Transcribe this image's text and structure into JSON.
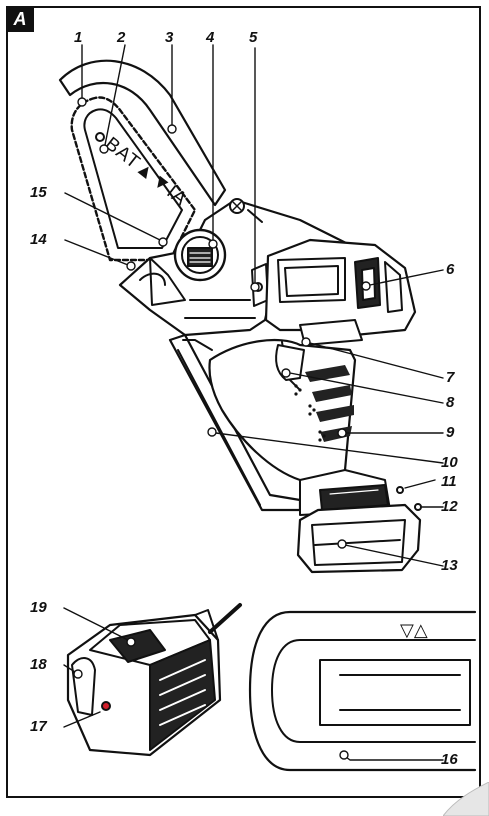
{
  "figure": {
    "panel_letter": "A",
    "brand_text": "BAT▲▼IA",
    "callouts": [
      {
        "id": "c1",
        "label": "1"
      },
      {
        "id": "c2",
        "label": "2"
      },
      {
        "id": "c3",
        "label": "3"
      },
      {
        "id": "c4",
        "label": "4"
      },
      {
        "id": "c5",
        "label": "5"
      },
      {
        "id": "c6",
        "label": "6"
      },
      {
        "id": "c7",
        "label": "7"
      },
      {
        "id": "c8",
        "label": "8"
      },
      {
        "id": "c9",
        "label": "9"
      },
      {
        "id": "c10",
        "label": "10"
      },
      {
        "id": "c11",
        "label": "11"
      },
      {
        "id": "c12",
        "label": "12"
      },
      {
        "id": "c13",
        "label": "13"
      },
      {
        "id": "c14",
        "label": "14"
      },
      {
        "id": "c15",
        "label": "15"
      },
      {
        "id": "c16",
        "label": "16"
      },
      {
        "id": "c17",
        "label": "17"
      },
      {
        "id": "c18",
        "label": "18"
      },
      {
        "id": "c19",
        "label": "19"
      }
    ]
  },
  "colors": {
    "line": "#111111",
    "fill_dark": "#222222",
    "fill_light": "#ffffff",
    "accent": "#d21f2b"
  }
}
